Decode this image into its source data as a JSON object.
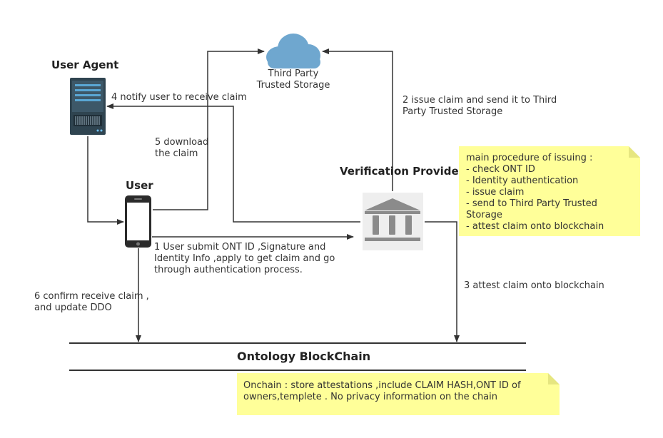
{
  "nodes": {
    "user_agent": "User Agent",
    "user": "User",
    "verification_provider": "Verification Provider",
    "storage": [
      "Third Party",
      "Trusted Storage"
    ],
    "blockchain": "Ontology BlockChain"
  },
  "edges": {
    "step1": [
      "1 User submit ONT ID ,Signature and",
      "Identity Info ,apply to get claim and go",
      "through authentication process."
    ],
    "step2": [
      "2 issue claim and send it to Third",
      "Party Trusted Storage"
    ],
    "step3": "3 attest claim onto blockchain",
    "step4": "4 notify user to receive claim",
    "step5": [
      "5 download",
      "the claim"
    ],
    "step6": [
      "6 confirm receive claim ,",
      "and update DDO"
    ]
  },
  "notes": {
    "issuing": [
      "main procedure of issuing :",
      "- check ONT ID",
      "- Identity authentication",
      "- issue claim",
      "- send to Third Party Trusted",
      "Storage",
      "- attest claim onto blockchain"
    ],
    "onchain": [
      "Onchain : store attestations ,include CLAIM HASH,ONT ID of",
      "owners,templete . No privacy information on the chain"
    ]
  },
  "colors": {
    "note": "#ffff99",
    "cloud": "#6fa7cf",
    "bank": "#8b8b8b",
    "server": "#2f4450",
    "line": "#333333"
  },
  "icons": {
    "storage": "cloud-icon",
    "user_agent": "server-icon",
    "user": "smartphone-icon",
    "verification_provider": "bank-icon"
  }
}
